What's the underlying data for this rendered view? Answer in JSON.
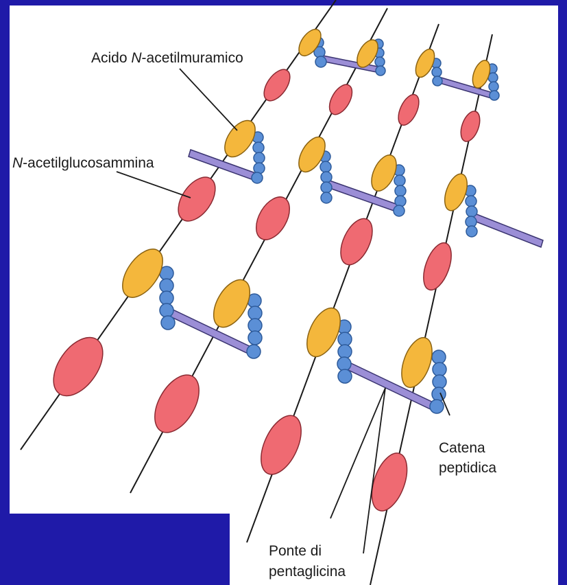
{
  "labels": {
    "nam_prefix": "Acido ",
    "nam_italic": "N",
    "nam_suffix": "-acetilmuramico",
    "nag_italic": "N",
    "nag_suffix": "-acetilglucosammina",
    "peptide_line1": "Catena",
    "peptide_line2": "peptidica",
    "bridge_line1": "Ponte di",
    "bridge_line2": "pentaglicina"
  },
  "colors": {
    "frame": "#1f1aa8",
    "nam": "#f4b73c",
    "nag": "#ef6a72",
    "peptide": "#5b8fd6",
    "bridge": "#9b8ed6",
    "strand": "#1a1a1a"
  }
}
